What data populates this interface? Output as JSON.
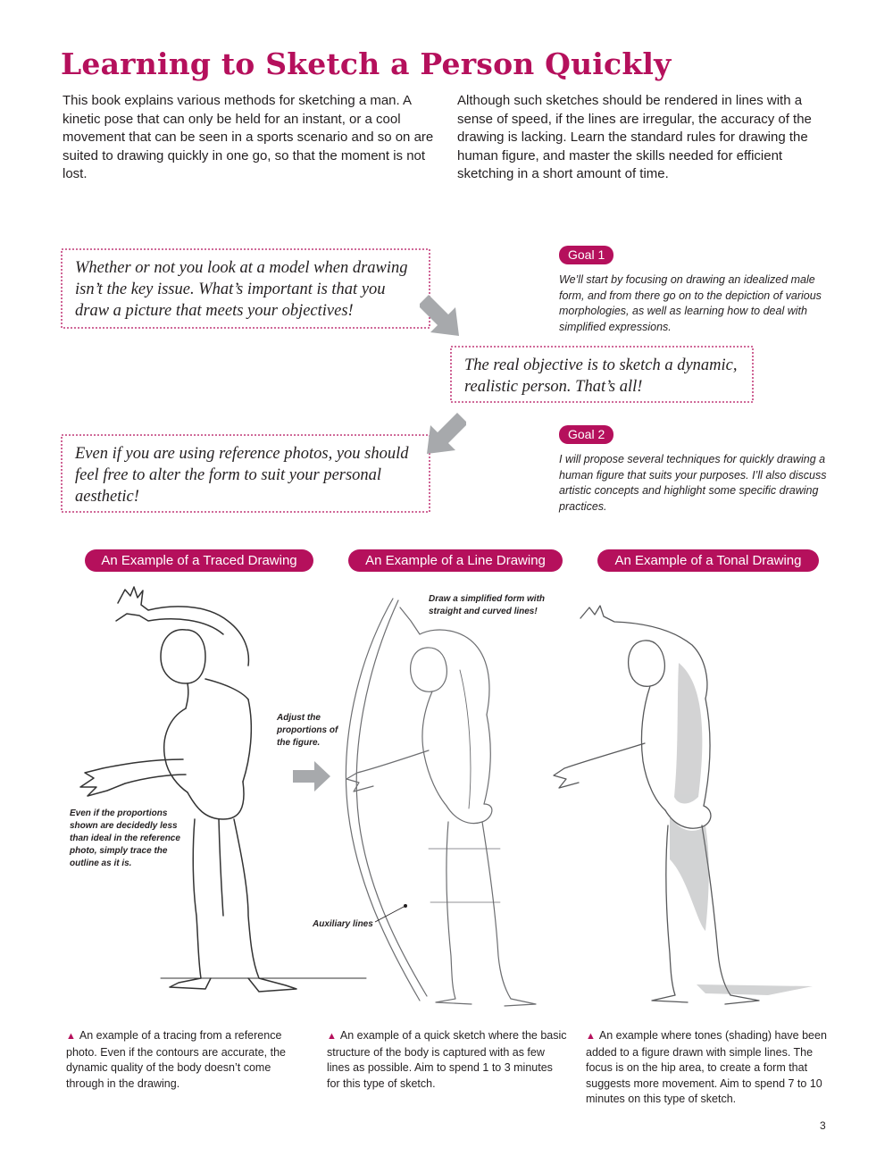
{
  "title": "Learning to Sketch a Person Quickly",
  "intro": {
    "left": "This book explains various methods for sketching a man. A kinetic pose that can only be held for an instant, or a cool movement that can be seen in a sports scenario and so on are suited to drawing quickly in one go, so that the moment is not lost.",
    "right": "Although such sketches should be rendered in lines with a sense of speed, if the lines are irregular, the accuracy of the drawing is lacking. Learn the standard rules for drawing the human figure, and master the skills needed for efficient sketching in a short amount of time."
  },
  "quotes": {
    "q1": "Whether or not you look at a model when drawing isn’t the key issue. What’s important is that you draw a picture that meets your objectives!",
    "q2": "The real objective is to sketch a dynamic, realistic person. That’s all!",
    "q3": "Even if you are using reference photos, you should feel free to alter the form to suit your personal aesthetic!"
  },
  "goals": [
    {
      "label": "Goal 1",
      "text": "We’ll start by focusing on drawing an idealized male form, and from there go on to the depiction of various morphologies, as well as learning how to deal with simplified expressions."
    },
    {
      "label": "Goal 2",
      "text": "I will propose several techniques for quickly drawing a human figure that suits your purposes. I’ll also discuss artistic concepts and highlight some specific drawing practices."
    }
  ],
  "sections": [
    {
      "label": "An Example of a Traced Drawing"
    },
    {
      "label": "An Example of a Line Drawing"
    },
    {
      "label": "An Example of a Tonal Drawing"
    }
  ],
  "annotations": {
    "simplified": "Draw a simplified form with straight and curved lines!",
    "adjust": "Adjust the proportions of the figure.",
    "trace": "Even if the proportions shown are decidedly less than ideal in the reference photo, simply trace the outline as it is.",
    "auxiliary": "Auxiliary lines"
  },
  "captions": [
    "An example of a tracing from a reference photo. Even if the contours are accurate, the dynamic quality of the body doesn’t come through in the drawing.",
    "An example of a quick sketch where the basic structure of the body is captured with as few lines as possible. Aim to spend 1 to 3 minutes for this type of sketch.",
    "An example where tones (shading) have been added to a figure drawn with simple lines. The focus is on the hip area, to create a form that suggests more movement. Aim to spend 7 to 10 minutes on this type of sketch."
  ],
  "page_number": "3",
  "colors": {
    "accent": "#b5105c",
    "arrow": "#a7a9ac",
    "text": "#231f20"
  }
}
